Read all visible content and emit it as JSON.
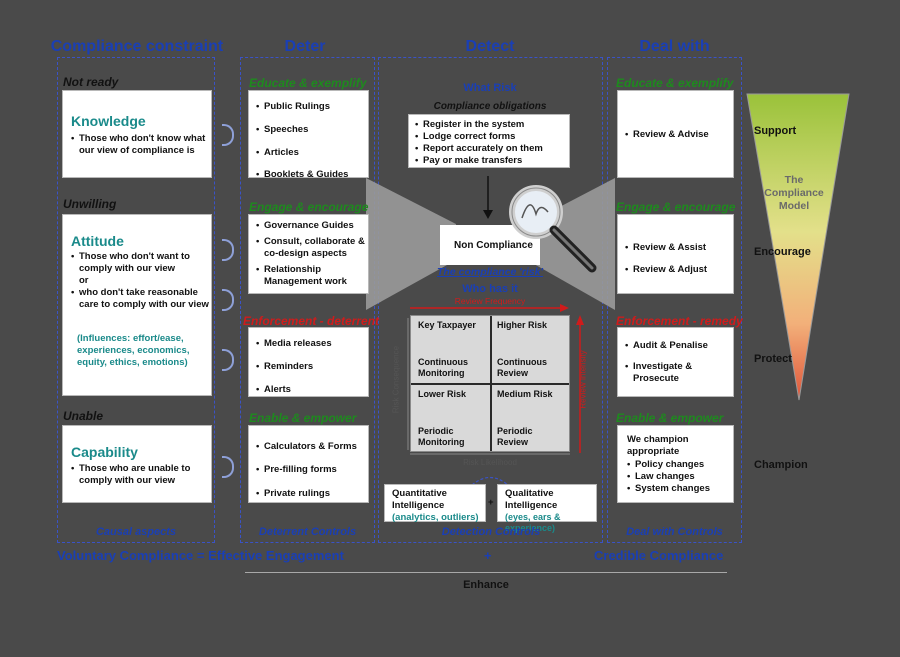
{
  "headings": {
    "constraint": "Compliance constraint",
    "deter": "Deter",
    "detect": "Detect",
    "deal": "Deal with"
  },
  "constraint": {
    "rows": [
      {
        "state": "Not ready",
        "title": "Knowledge",
        "items": [
          "Those who don't know what our view of compliance is"
        ]
      },
      {
        "state": "Unwilling",
        "title": "Attitude",
        "items": [
          "Those who don't want to comply with our view",
          "or",
          "who don't take reasonable care to comply with our view"
        ],
        "influences": "(Influences: effort/ease, experiences, economics, equity, ethics, emotions)"
      },
      {
        "state": "Unable",
        "title": "Capability",
        "items": [
          "Those who are unable to comply with our view"
        ]
      }
    ],
    "footer": "Causal aspects"
  },
  "deter": {
    "sections": [
      {
        "label": "Educate & exemplify",
        "items": [
          "Public Rulings",
          "Speeches",
          "Articles",
          "Booklets & Guides"
        ]
      },
      {
        "label": "Engage & encourage",
        "items": [
          "Governance Guides",
          "Consult, collaborate & co-design aspects",
          "Relationship Management work"
        ]
      },
      {
        "label": "Enforcement - deterrent",
        "items": [
          "Media releases",
          "Reminders",
          "Alerts"
        ]
      },
      {
        "label": "Enable & empower",
        "items": [
          "Calculators & Forms",
          "Pre-filling forms",
          "Private rulings"
        ]
      }
    ],
    "footer": "Deterrent Controls"
  },
  "detect": {
    "what_risk": "What Risk",
    "obligations_title": "Compliance obligations",
    "obligations": [
      "Register in the system",
      "Lodge correct forms",
      "Report accurately on them",
      "Pay or make transfers"
    ],
    "non_compliance": "Non Compliance",
    "compliance_risk": "The compliance 'risk'",
    "who_has_it": "Who has it",
    "review_frequency": "Review Frequency",
    "risk_consequence": "Risk Consequence",
    "review_intensity": "Review Intensity",
    "risk_likelihood": "Risk Likelihood",
    "matrix": [
      {
        "title": "Key Taxpayer",
        "sub": "Continuous Monitoring"
      },
      {
        "title": "Higher Risk",
        "sub": "Continuous Review"
      },
      {
        "title": "Lower Risk",
        "sub": "Periodic Monitoring"
      },
      {
        "title": "Medium Risk",
        "sub": "Periodic Review"
      }
    ],
    "quant": "Quantitative Intelligence",
    "quant_detail": "(analytics, outliers)",
    "qual": "Qualitative Intelligence",
    "qual_detail": "(eyes, ears & experience)",
    "plus": "+",
    "footer": "Detection Controls"
  },
  "deal": {
    "sections": [
      {
        "label": "Educate & exemplify",
        "items": [
          "Review & Advise"
        ]
      },
      {
        "label": "Engage & encourage",
        "items": [
          "Review & Assist",
          "Review & Adjust"
        ]
      },
      {
        "label": "Enforcement - remedy",
        "items": [
          "Audit & Penalise",
          "Investigate & Prosecute"
        ]
      },
      {
        "label": "Enable & empower",
        "lead": "We champion appropriate",
        "items": [
          "Policy changes",
          "Law changes",
          "System changes"
        ]
      }
    ],
    "footer": "Deal with Controls"
  },
  "model": {
    "title": "The Compliance Model",
    "levels": [
      "Support",
      "Encourage",
      "Protect",
      "Champion"
    ]
  },
  "bottom": {
    "left": "Voluntary Compliance = Effective Engagement",
    "plus": "+",
    "right": "Credible Compliance",
    "enhance": "Enhance"
  },
  "colors": {
    "heading_blue": "#1a3fb5",
    "green": "#1e8a1e",
    "red": "#d01b1b",
    "teal": "#1a8a8a"
  }
}
